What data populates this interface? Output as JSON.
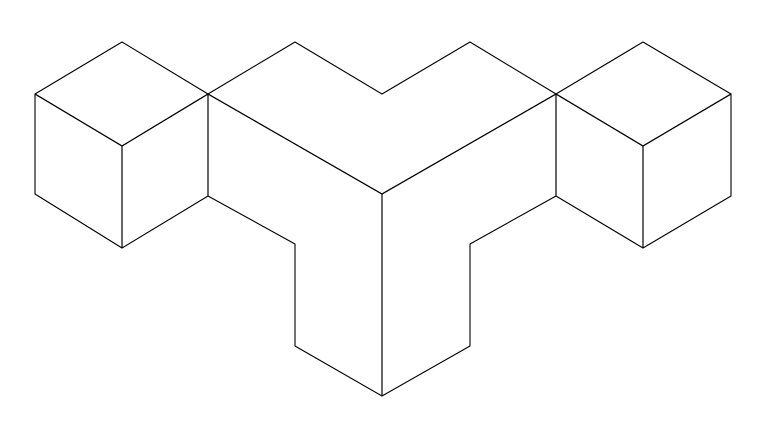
{
  "diagram": {
    "background": "#ffffff",
    "line_color": "#000000",
    "parts": [
      "left-cube",
      "center-y-block",
      "right-cube"
    ]
  }
}
